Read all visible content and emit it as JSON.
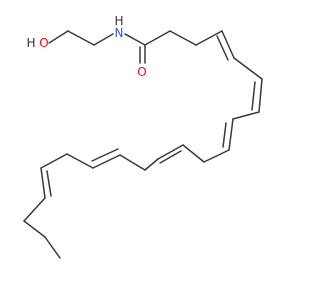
{
  "molecule": {
    "colors": {
      "bond": "#3a3a3a",
      "oxygen": "#ff0d0d",
      "nitrogen": "#3050f8",
      "hydrogen_label": "#333333"
    },
    "labels": {
      "hydroxyl_hydrogen": "H",
      "hydroxyl_oxygen": "O",
      "amide_nitrogen": "N",
      "amide_hydrogen": "H",
      "carbonyl_oxygen": "O"
    }
  }
}
